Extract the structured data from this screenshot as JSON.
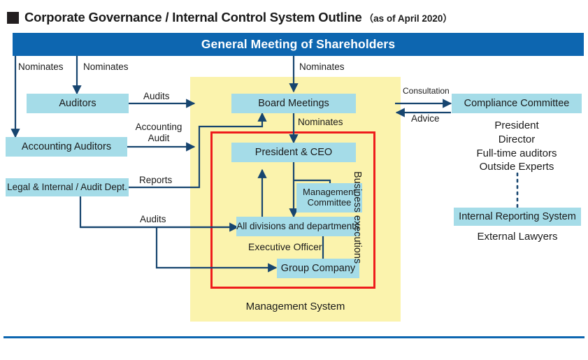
{
  "header": {
    "marker": "black-square-icon",
    "title": "Corporate Governance / Internal Control System Outline",
    "subtitle": "（as of April 2020）",
    "shareholders_bar": "General Meeting of Shareholders"
  },
  "colors": {
    "bar_blue": "#0d66b0",
    "box_blue": "#a5dce8",
    "panel_yellow": "#fbf3ad",
    "red_outline": "#ee1c1c",
    "wire_navy": "#17456f"
  },
  "boxes": {
    "auditors": "Auditors",
    "accounting_auditors": "Accounting Auditors",
    "legal_internal_audit": "Legal & Internal / Audit Dept.",
    "board_meetings": "Board Meetings",
    "president_ceo": "President & CEO",
    "management_committee": "Management\nCommittee",
    "management_committee_l1": "Management",
    "management_committee_l2": "Committee",
    "all_divisions": "All divisions and departments",
    "group_company": "Group Company",
    "compliance_committee": "Compliance Committee",
    "internal_reporting_system": "Internal Reporting System"
  },
  "edge_labels": {
    "nominates_auditors": "Nominates",
    "nominates_accounting": "Nominates",
    "nominates_board": "Nominates",
    "nominates_president": "Nominates",
    "audits_top": "Audits",
    "accounting_audit_l1": "Accounting",
    "accounting_audit_l2": "Audit",
    "reports": "Reports",
    "audits_bottom": "Audits",
    "consultation": "Consultation",
    "advice": "Advice",
    "executive_officer": "Executive Officer"
  },
  "annotations": {
    "business_executions": "Business executions",
    "management_system": "Management System",
    "external_lawyers": "External Lawyers"
  },
  "compliance_members": [
    "President",
    "Director",
    "Full-time auditors",
    "Outside Experts"
  ]
}
